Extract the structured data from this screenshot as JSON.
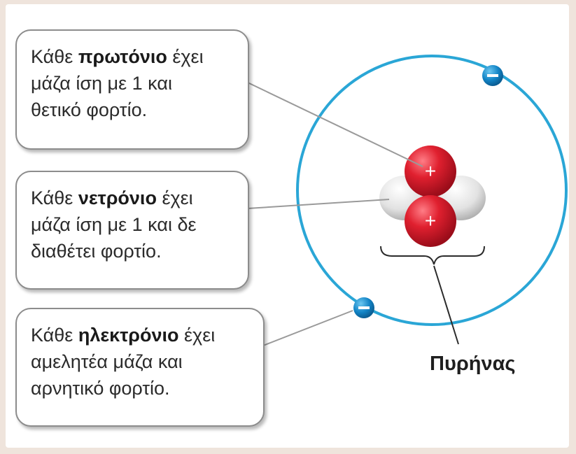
{
  "callouts": {
    "proton": {
      "pre": "Κάθε ",
      "bold": "πρωτόνιο",
      "post": " έχει",
      "line2": "μάζα ίση με 1 και",
      "line3": "θετικό φορτίο."
    },
    "neutron": {
      "pre": "Κάθε ",
      "bold": "νετρόνιο",
      "post": " έχει",
      "line2": "μάζα ίση με 1 και δε",
      "line3": "διαθέτει φορτίο."
    },
    "electron": {
      "pre": "Κάθε ",
      "bold": "ηλεκτρόνιο",
      "post": " έχει",
      "line2": "αμελητέα μάζα και",
      "line3": "αρνητικό φορτίο."
    }
  },
  "nucleus_label": "Πυρήνας",
  "symbols": {
    "proton_charge": "+",
    "electron_charge": "−"
  },
  "colors": {
    "orbit": "#2aa6d6",
    "electron": "#1184c8",
    "proton": "#d8192f",
    "neutron": "#d9d9d9"
  }
}
